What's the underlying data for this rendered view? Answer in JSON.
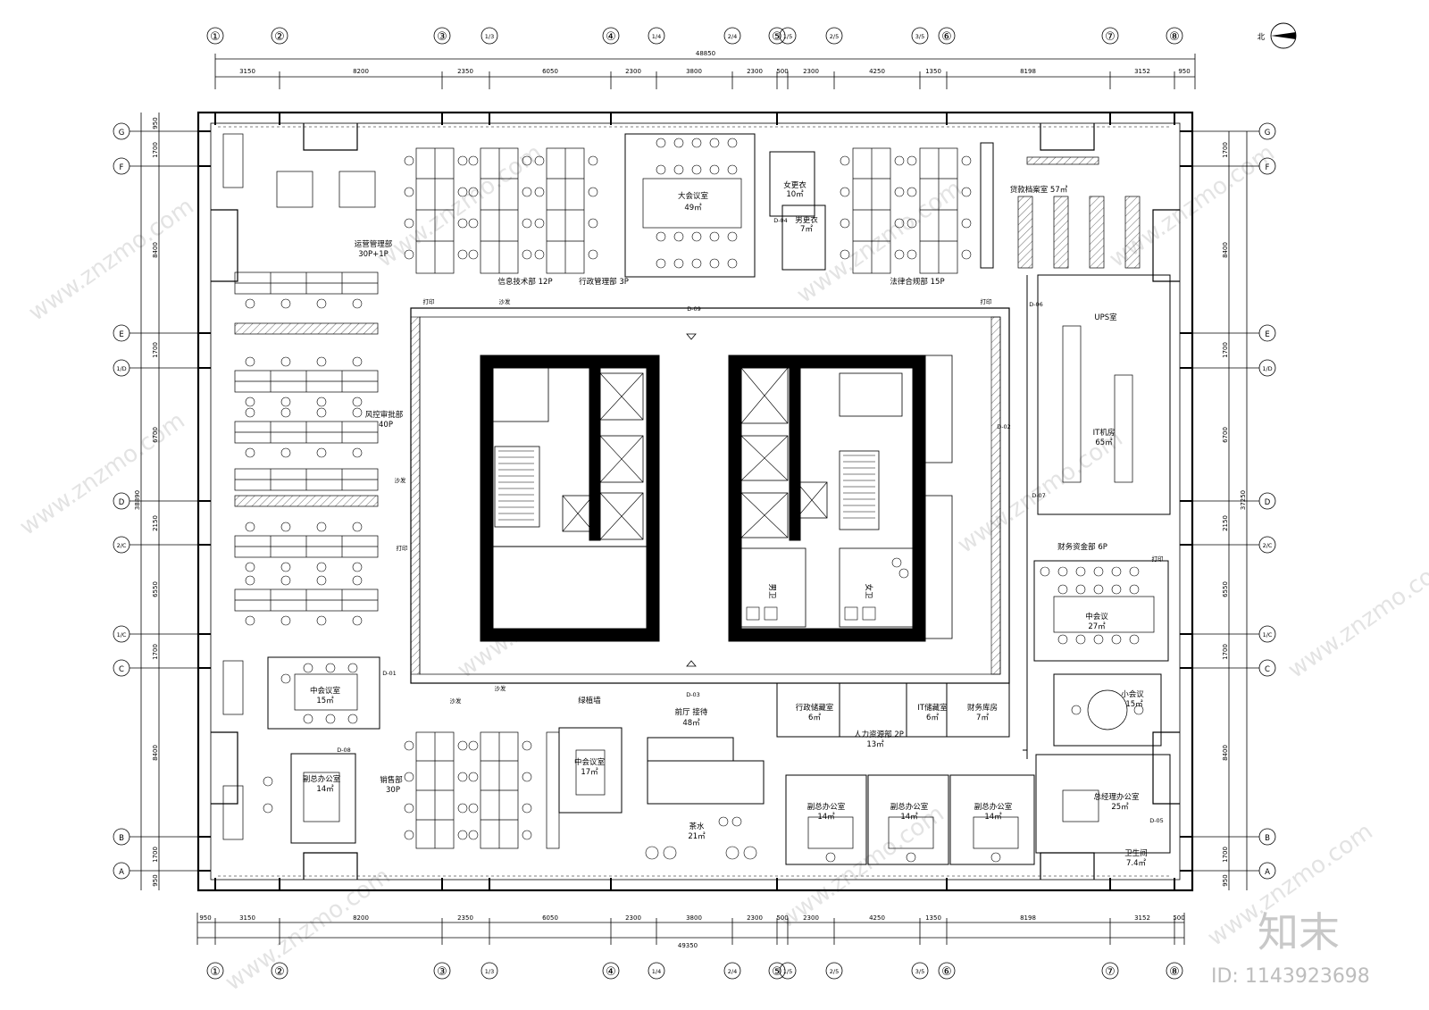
{
  "grid_columns_top": [
    "①",
    "②",
    "③",
    "1/3",
    "④",
    "1/4",
    "2/4",
    "⑤",
    "1/5",
    "2/5",
    "3/5",
    "⑥",
    "⑦",
    "⑧"
  ],
  "grid_columns_bottom": [
    "①",
    "②",
    "③",
    "1/3",
    "④",
    "1/4",
    "2/4",
    "⑤",
    "1/5",
    "2/5",
    "3/5",
    "⑥",
    "⑦",
    "⑧"
  ],
  "grid_rows": [
    "G",
    "F",
    "E",
    "1/D",
    "D",
    "2/C",
    "1/C",
    "C",
    "B",
    "A"
  ],
  "dims_top_total": "48850",
  "dims_top": [
    "3150",
    "8200",
    "2350",
    "6050",
    "2300",
    "3800",
    "2300",
    "500",
    "2300",
    "4250",
    "1350",
    "8198",
    "3152",
    "950"
  ],
  "dims_bottom_total": "49350",
  "dims_bottom": [
    "950",
    "3150",
    "8200",
    "2350",
    "6050",
    "2300",
    "3800",
    "2300",
    "500",
    "2300",
    "4250",
    "1350",
    "8198",
    "3152",
    "500"
  ],
  "dims_left_total": "38890",
  "dims_left": [
    "950",
    "1700",
    "8400",
    "1700",
    "6700",
    "2150",
    "6550",
    "1700",
    "8400",
    "1700",
    "950"
  ],
  "dims_right_total": "37250",
  "dims_right": [
    "1700",
    "8400",
    "1700",
    "6700",
    "2150",
    "6550",
    "1700",
    "8400",
    "1700",
    "950"
  ],
  "north_label": "北",
  "rooms": {
    "ops": "运营管理部",
    "ops_cap": "30P+1P",
    "it_dept": "信息技术部  12P",
    "admin_dept": "行政管理部  3P",
    "big_meeting": "大会议室",
    "big_meeting_area": "49㎡",
    "female_locker": "女更衣",
    "female_locker_area": "10㎡",
    "male_locker": "男更衣",
    "male_locker_area": "7㎡",
    "legal": "法律合规部 15P",
    "loan_archive": "贷款档案室 57㎡",
    "ups": "UPS室",
    "it_room": "IT机房",
    "it_room_area": "65㎡",
    "risk": "风控审批部",
    "risk_cap": "40P",
    "finance": "财务资金部 6P",
    "mid_meeting_r": "中会议",
    "mid_meeting_r_area": "27㎡",
    "small_meeting": "小会议",
    "small_meeting_area": "15㎡",
    "mid_meeting_l": "中会议室",
    "mid_meeting_l_area": "15㎡",
    "lobby": "前厅 接待",
    "lobby_area": "48㎡",
    "green_wall": "绿植墙",
    "admin_store": "行政储藏室",
    "admin_store_area": "6㎡",
    "hr": "人力资源部  2P",
    "hr_area": "13㎡",
    "it_store": "IT储藏室",
    "it_store_area": "6㎡",
    "fin_store": "财务库房",
    "fin_store_area": "7㎡",
    "vp_office_l": "副总办公室",
    "vp_office_l_area": "14㎡",
    "sales": "销售部",
    "sales_cap": "30P",
    "mid_meeting_c": "中会议室",
    "mid_meeting_c_area": "17㎡",
    "tea": "茶水",
    "tea_area": "21㎡",
    "vp1": "副总办公室",
    "vp1_area": "14㎡",
    "vp2": "副总办公室",
    "vp2_area": "14㎡",
    "vp3": "副总办公室",
    "vp3_area": "14㎡",
    "gm": "总经理办公室",
    "gm_area": "25㎡",
    "wc": "卫生间",
    "wc_area": "7.4㎡",
    "male_wc": "男卫",
    "female_wc": "女卫",
    "sofa": "沙发",
    "print": "打印"
  },
  "door_tags": [
    "D-09",
    "D-04",
    "D-06",
    "D-07",
    "D-02",
    "D-03",
    "D-05",
    "D-01",
    "D-08"
  ],
  "watermark": "www.znzmo.com",
  "brand_mark": "知末",
  "image_id": "ID: 1143923698"
}
